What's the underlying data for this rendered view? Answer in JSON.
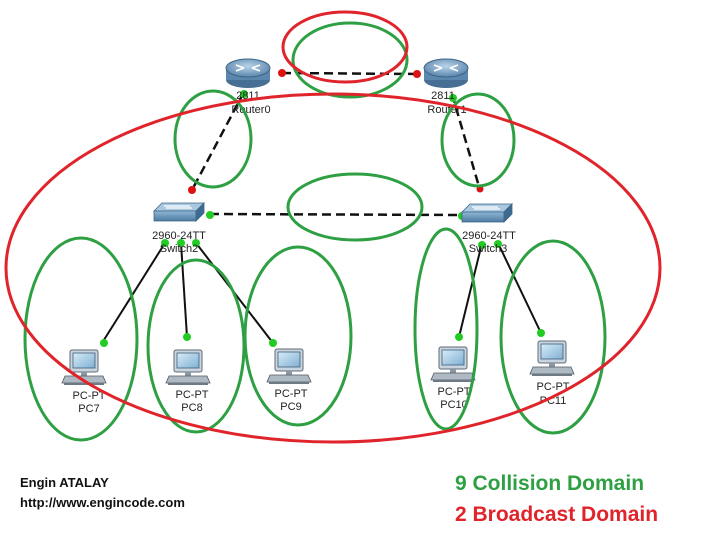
{
  "colors": {
    "collision": "#2ea043",
    "broadcast": "#e0242b",
    "link": "#111111",
    "port_up": "#22cc22",
    "port_down": "#dd1111"
  },
  "devices": {
    "router0": {
      "model": "2811",
      "name": "Router0"
    },
    "router1": {
      "model": "2811",
      "name": "Router1"
    },
    "switch2": {
      "model": "2960-24TT",
      "name": "Switch2"
    },
    "switch3": {
      "model": "2960-24TT",
      "name": "Switch3"
    },
    "pc7": {
      "model": "PC-PT",
      "name": "PC7"
    },
    "pc8": {
      "model": "PC-PT",
      "name": "PC8"
    },
    "pc9": {
      "model": "PC-PT",
      "name": "PC9"
    },
    "pc10": {
      "model": "PC-PT",
      "name": "PC10"
    },
    "pc11": {
      "model": "PC-PT",
      "name": "PC11"
    }
  },
  "author": {
    "name": "Engin ATALAY",
    "url": "http://www.engincode.com"
  },
  "summary": {
    "collision": "9 Collision Domain",
    "broadcast": "2 Broadcast Domain"
  }
}
